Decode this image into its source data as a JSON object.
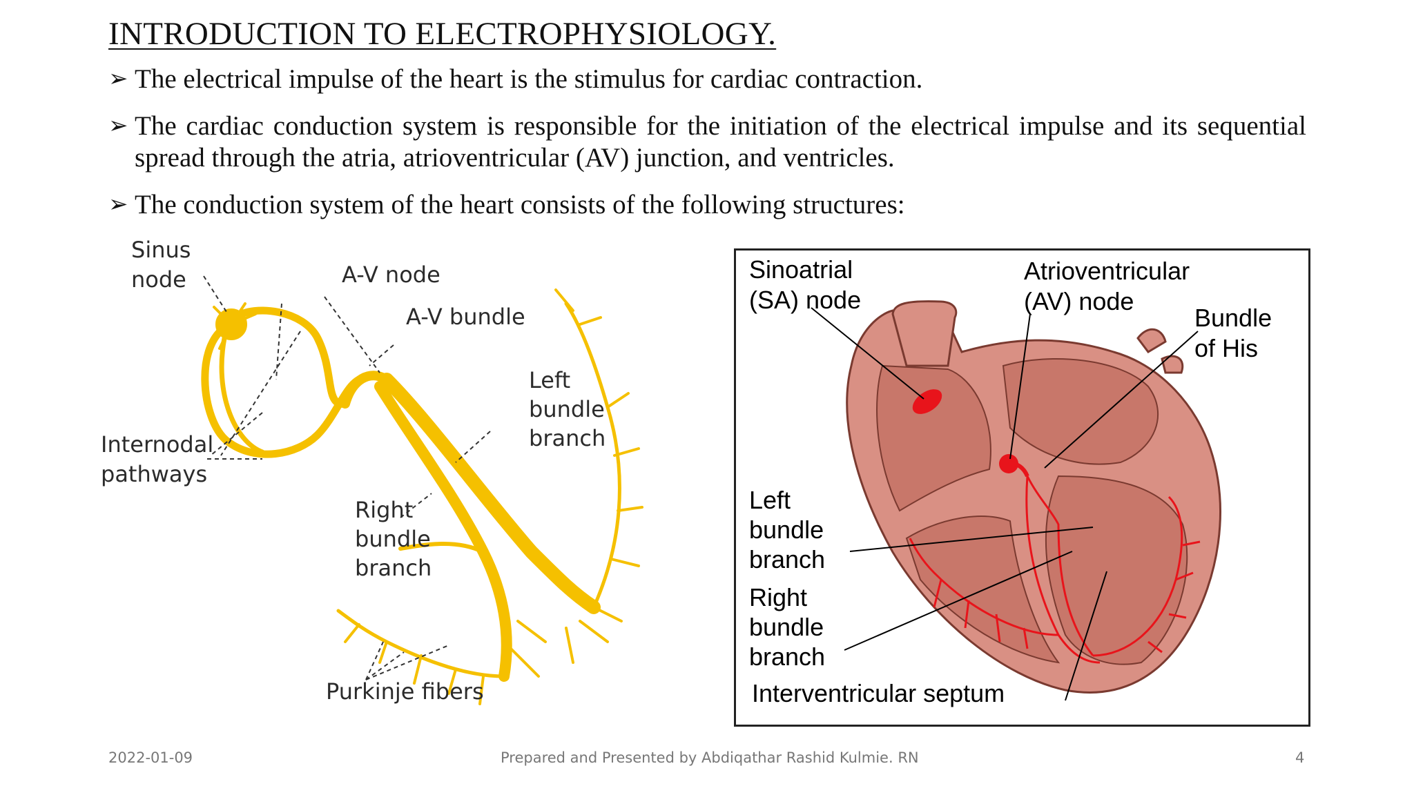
{
  "slide": {
    "title": "INTRODUCTION TO ELECTROPHYSIOLOGY.",
    "bullet_marker": "➢",
    "bullets": [
      "The electrical impulse of the heart is the stimulus for cardiac contraction.",
      "The cardiac conduction system is responsible for the initiation of the electrical impulse and its sequential spread through the atria, atrioventricular (AV) junction, and ventricles.",
      "The conduction system of the heart consists of the following structures:"
    ]
  },
  "left_diagram": {
    "colors": {
      "conduction": "#f5c000",
      "leader": "#333333"
    },
    "labels": {
      "sinus_1": "Sinus",
      "sinus_2": "node",
      "av_node": "A-V node",
      "av_bundle": "A-V bundle",
      "lbb_1": "Left",
      "lbb_2": "bundle",
      "lbb_3": "branch",
      "intern_1": "Internodal",
      "intern_2": "pathways",
      "rbb_1": "Right",
      "rbb_2": "bundle",
      "rbb_3": "branch",
      "purkinje": "Purkinje fibers"
    }
  },
  "right_diagram": {
    "colors": {
      "muscle": "#d99084",
      "chamber": "#c8776a",
      "outline": "#7a3a30",
      "conduction": "#e8141b"
    },
    "labels": {
      "sa_1": "Sinoatrial",
      "sa_2": "(SA) node",
      "av_1": "Atrioventricular",
      "av_2": "(AV) node",
      "his_1": "Bundle",
      "his_2": "of His",
      "lbb_1": "Left",
      "lbb_2": "bundle",
      "lbb_3": "branch",
      "rbb_1": "Right",
      "rbb_2": "bundle",
      "rbb_3": "branch",
      "septum": "Interventricular septum"
    }
  },
  "footer": {
    "date": "2022-01-09",
    "presenter": "Prepared and Presented by Abdiqathar Rashid Kulmie. RN",
    "page": "4"
  }
}
